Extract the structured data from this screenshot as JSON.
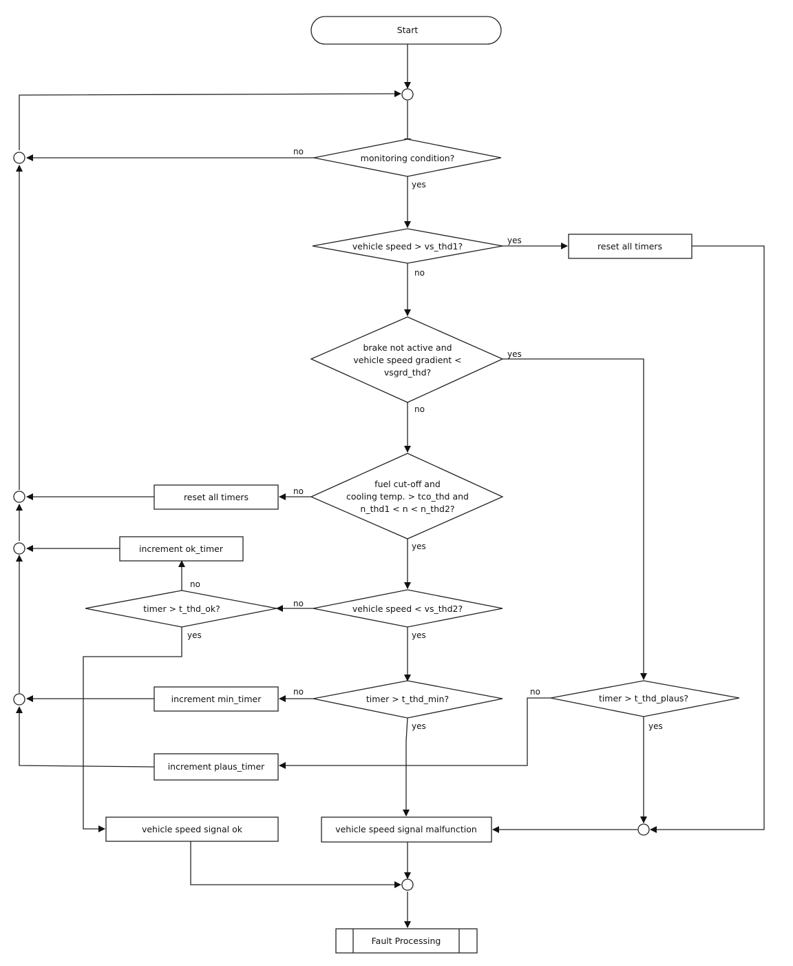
{
  "nodes": {
    "start": "Start",
    "monitoring": "monitoring condition?",
    "vs_thd1": "vehicle speed > vs_thd1?",
    "reset_top": "reset all timers",
    "brake_l1": "brake not active and",
    "brake_l2": "vehicle speed gradient <",
    "brake_l3": "vsgrd_thd?",
    "fuel_l1": "fuel cut-off and",
    "fuel_l2": "cooling temp. > tco_thd and",
    "fuel_l3": "n_thd1 < n < n_thd2?",
    "reset_left": "reset all timers",
    "inc_ok": "increment ok_timer",
    "timer_ok": "timer > t_thd_ok?",
    "vs_thd2": "vehicle speed < vs_thd2?",
    "inc_min": "increment min_timer",
    "timer_min": "timer > t_thd_min?",
    "timer_plaus": "timer > t_thd_plaus?",
    "inc_plaus": "increment plaus_timer",
    "signal_ok": "vehicle speed signal ok",
    "malfunction": "vehicle speed signal malfunction",
    "fault": "Fault Processing"
  },
  "labels": {
    "yes": "yes",
    "no": "no"
  }
}
